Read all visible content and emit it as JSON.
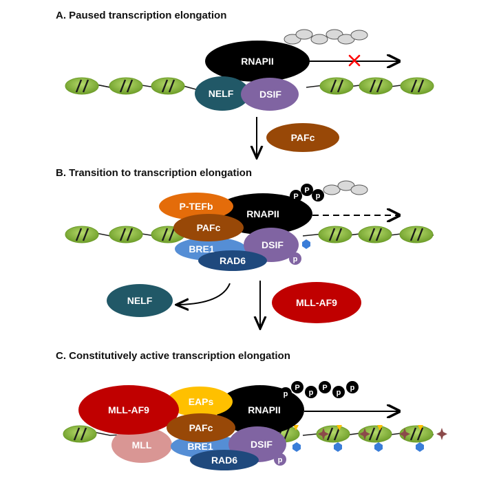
{
  "panels": {
    "a": {
      "title": "A. Paused transcription elongation"
    },
    "b": {
      "title": "B. Transition to transcription elongation"
    },
    "c": {
      "title": "C. Constitutively active transcription elongation"
    }
  },
  "labels": {
    "rnapii": "RNAPII",
    "nelf": "NELF",
    "dsif": "DSIF",
    "pafc": "PAFc",
    "ptefb": "P-TEFb",
    "bre1": "BRE1",
    "rad6": "RAD6",
    "mll_af9": "MLL-AF9",
    "eaps": "EAPs",
    "mll": "MLL",
    "phospho": "P",
    "phospho_lower": "p"
  },
  "colors": {
    "rnapii": "#000000",
    "nelf": "#215867",
    "dsif": "#8064a2",
    "pafc": "#984807",
    "ptefb": "#e46c0a",
    "bre1": "#558ed5",
    "rad6": "#1f497d",
    "mll_af9": "#c00000",
    "eaps": "#ffc000",
    "mll": "#d99694",
    "nucleosome": "#8fbc3c",
    "stop_mark": "#ff0000"
  }
}
